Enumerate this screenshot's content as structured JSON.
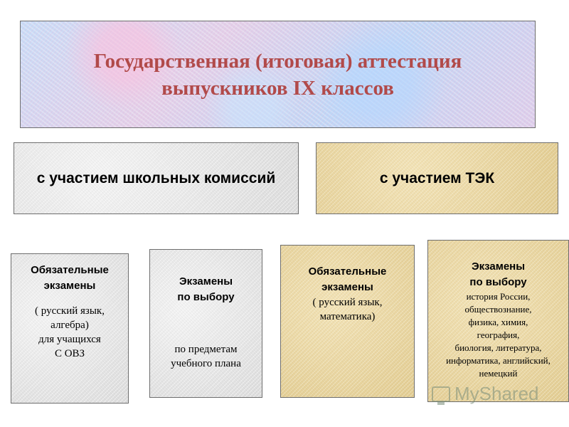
{
  "title": {
    "line1": "Государственная (итоговая) аттестация",
    "line2": "выпускников IX классов"
  },
  "branches": {
    "school": "с участием школьных комиссий",
    "tek": "с участием ТЭК"
  },
  "cards": {
    "school_mandatory": {
      "heading_line1": "Обязательные",
      "heading_line2": "экзамены",
      "body_line1": "( русский язык,",
      "body_line2": "алгебра)",
      "body_line3": "для учащихся",
      "body_line4": "С ОВЗ"
    },
    "school_elective": {
      "heading_line1": "Экзамены",
      "heading_line2": "по выбору",
      "body_line1": "по предметам",
      "body_line2": "учебного плана"
    },
    "tek_mandatory": {
      "heading_line1": "Обязательные",
      "heading_line2": "экзамены",
      "body_line1": "( русский язык,",
      "body_line2": "математика)"
    },
    "tek_elective": {
      "heading_line1": "Экзамены",
      "heading_line2": "по выбору",
      "subjects": [
        "история России,",
        "обществознание,",
        "физика, химия,",
        "география,",
        "биология, литература,",
        "информатика, английский,",
        "немецкий"
      ]
    }
  },
  "watermark": {
    "text": "MyShared"
  },
  "colors": {
    "title_text": "#b14a4a"
  }
}
